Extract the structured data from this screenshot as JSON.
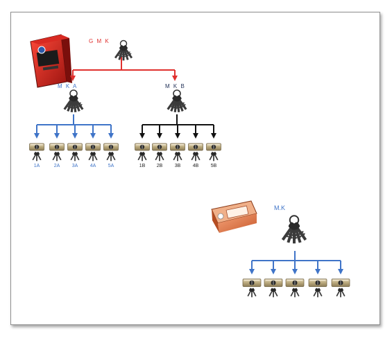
{
  "colors": {
    "red": "#e0302e",
    "blue": "#3f74c8",
    "black": "#111111",
    "brass": "#c7b68e"
  },
  "top_system": {
    "master_label": "G M K",
    "groups": [
      {
        "label": "M K A",
        "color": "blue",
        "cylinders": [
          "1A",
          "2A",
          "3A",
          "4A",
          "5A"
        ]
      },
      {
        "label": "M K B",
        "color": "black",
        "cylinders": [
          "1B",
          "2B",
          "3B",
          "4B",
          "5B"
        ]
      }
    ]
  },
  "bottom_system": {
    "master_label": "M.K",
    "cylinder_count": 5
  }
}
